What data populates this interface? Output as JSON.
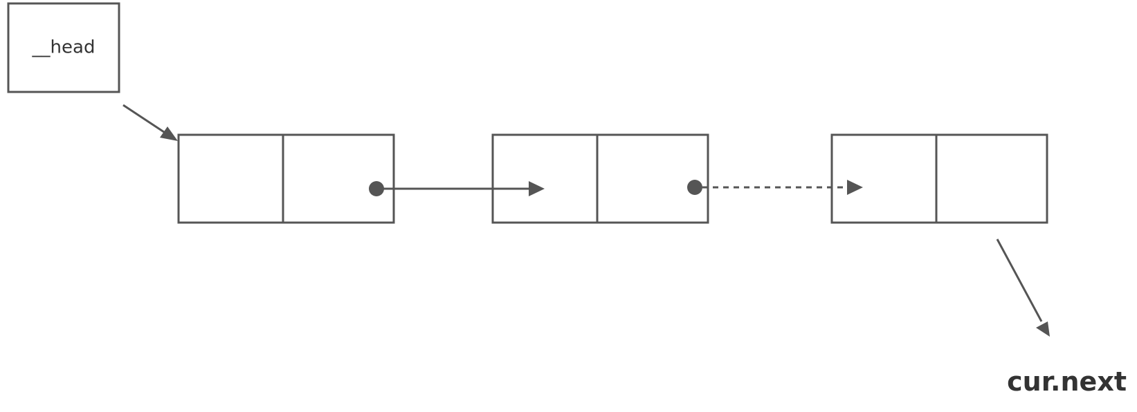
{
  "labels": {
    "head": "__head",
    "cursor": "cur.next"
  },
  "nodes": [
    {
      "id": "node-1",
      "cells": 2,
      "pointer": "solid"
    },
    {
      "id": "node-2",
      "cells": 2,
      "pointer": "dotted"
    },
    {
      "id": "node-3",
      "cells": 2,
      "pointer": "none"
    }
  ],
  "colors": {
    "stroke": "#555555",
    "text": "#333333",
    "background": "#ffffff"
  }
}
